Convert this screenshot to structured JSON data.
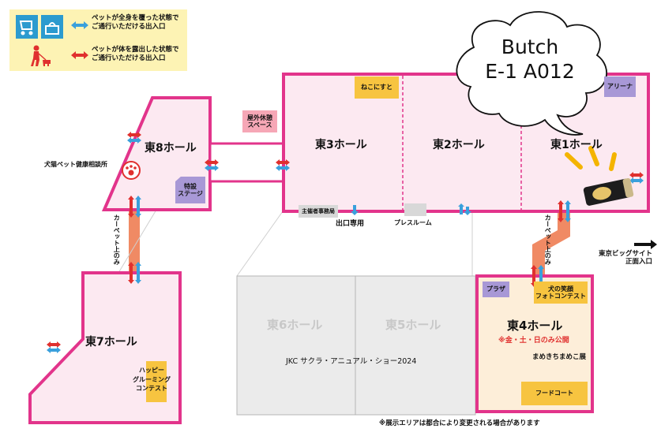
{
  "legend": {
    "covered": "ペットが全身を覆った状態で\nご通行いただける出入口",
    "exposed": "ペットが体を露出した状態で\nご通行いただける出入口"
  },
  "booth_callout": {
    "line1": "Butch",
    "line2": "E-1 A012"
  },
  "halls": {
    "east1": "東1ホール",
    "east2": "東2ホール",
    "east3": "東3ホール",
    "east4": "東4ホール",
    "east5": "東5ホール",
    "east6": "東6ホール",
    "east7": "東7ホール",
    "east8": "東8ホール"
  },
  "tags": {
    "nekonisuto": "ねこにすと",
    "arena": "アリーナ",
    "outdoor_rest": "屋外休憩\nスペース",
    "special_stage": "特設\nステージ",
    "organizer_office": "主催者事務局",
    "press_room": "プレスルーム",
    "plaza": "プラザ",
    "dog_smile_contest": "犬の笑顔\nフォトコンテスト",
    "mamekichi": "まめきちまめこ展",
    "food_court": "フードコート",
    "happy_grooming": "ハッピー\nグルーミング\nコンテスト"
  },
  "labels": {
    "dog_cat_health": "犬猫ペット健康相談所",
    "exit_only": "出口専用",
    "carpet_upper": "カーペット上のみ",
    "carpet_lower": "カーペット上のみ",
    "big_sight": "東京ビッグサイト\n正面入口",
    "east4_days": "※金・土・日のみ公開",
    "show_name": "JKC サクラ・アニュアル・ショー2024",
    "footnote": "※展示エリアは都合により変更される場合があります"
  },
  "colors": {
    "hall_border": "#e2348b",
    "hall_fill": "#fce9f1",
    "east4_fill": "#fdeed9",
    "grey_fill": "#ebebeb",
    "carpet": "#f08a64",
    "arrow_red": "#e0302e",
    "arrow_blue": "#3aa0dc",
    "tag_yellow": "#f7c440",
    "tag_purple": "#a898d6"
  },
  "icons": [
    "stroller-icon",
    "carrier-icon",
    "dog-walker-icon",
    "paw-icon",
    "highlight-rays-icon",
    "product-bag-icon"
  ]
}
